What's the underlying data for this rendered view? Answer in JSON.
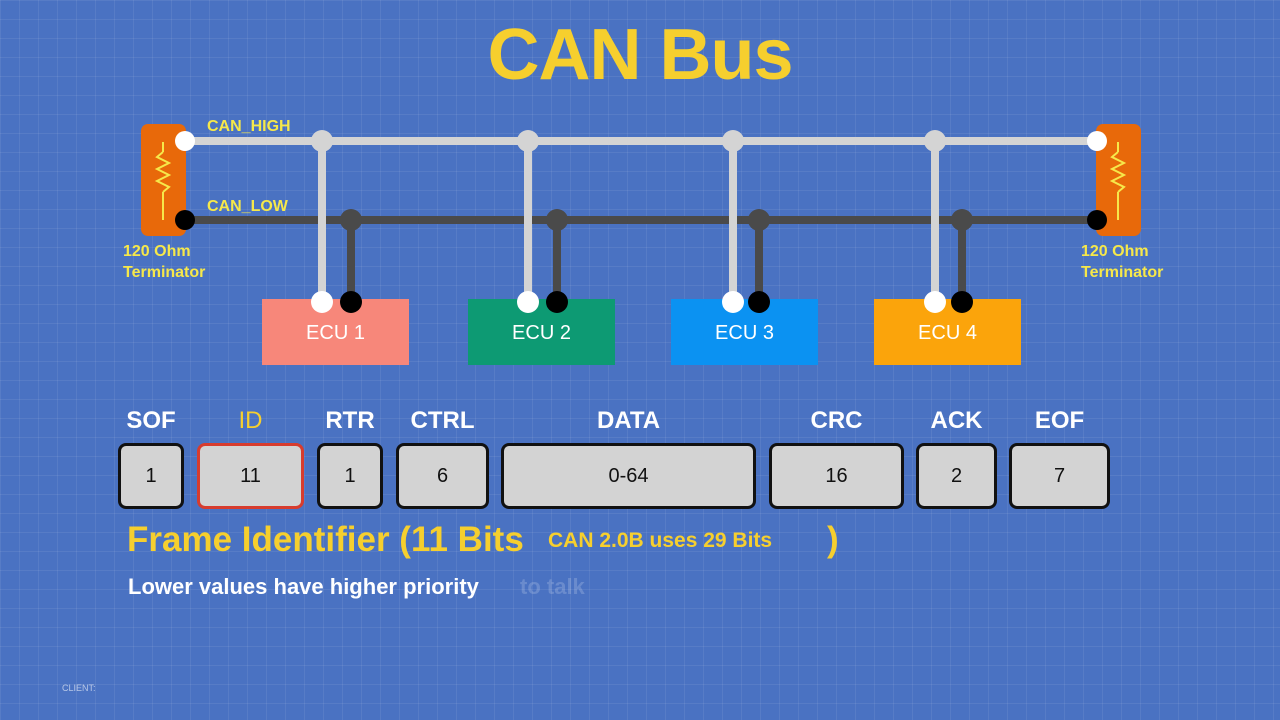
{
  "title": "CAN Bus",
  "bus": {
    "can_high_label": "CAN_HIGH",
    "can_low_label": "CAN_LOW",
    "colors": {
      "high": "#d4d4d4",
      "low": "#4a4a4a",
      "terminator": "#e8690a"
    }
  },
  "terminators": {
    "left": {
      "line1": "120 Ohm",
      "line2": "Terminator"
    },
    "right": {
      "line1": "120 Ohm",
      "line2": "Terminator"
    }
  },
  "ecus": [
    {
      "label": "ECU 1",
      "color": "#f7877a"
    },
    {
      "label": "ECU 2",
      "color": "#0d9a73"
    },
    {
      "label": "ECU 3",
      "color": "#0b92f2"
    },
    {
      "label": "ECU 4",
      "color": "#fba40b"
    }
  ],
  "frame": {
    "fields": [
      {
        "label": "SOF",
        "value": "1"
      },
      {
        "label": "ID",
        "value": "11",
        "highlight": true
      },
      {
        "label": "RTR",
        "value": "1"
      },
      {
        "label": "CTRL",
        "value": "6"
      },
      {
        "label": "DATA",
        "value": "0-64"
      },
      {
        "label": "CRC",
        "value": "16"
      },
      {
        "label": "ACK",
        "value": "2"
      },
      {
        "label": "EOF",
        "value": "7"
      }
    ],
    "heading": "Frame Identifier (11 Bits",
    "note": "CAN 2.0B uses 29 Bits",
    "close_paren": ")",
    "priority_text": "Lower values have higher priority",
    "ghost_text": "to talk"
  },
  "footer": {
    "client_label": "CLIENT:"
  },
  "colors": {
    "accent_yellow": "#f6cf2e",
    "highlight_red": "#d73c2e",
    "background": "#4a72c2"
  }
}
